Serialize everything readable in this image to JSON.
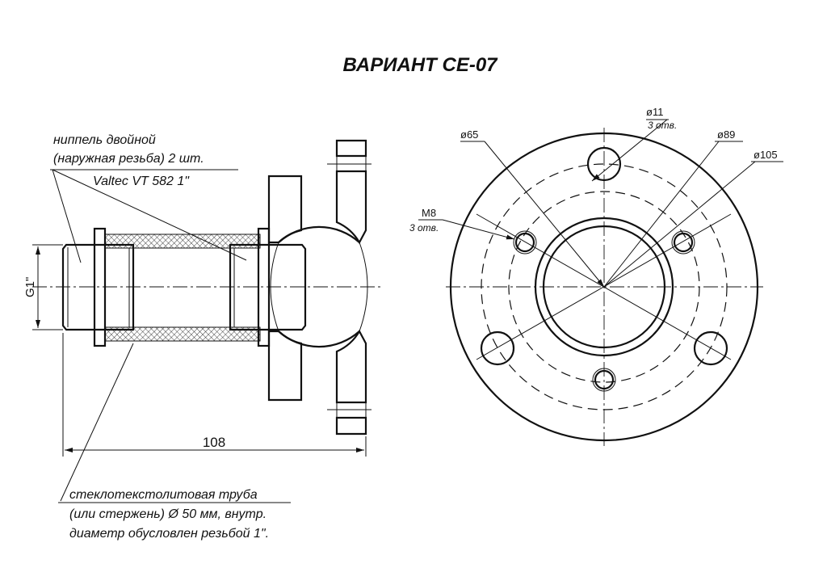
{
  "title": "ВАРИАНТ  CE-07",
  "side_view": {
    "nipple_note": [
      "ниппель двойной",
      "(наружная резьба) 2 шт.",
      "Valtec VT 582  1\""
    ],
    "thread_dim": "G1\"",
    "length_dim": "108",
    "tube_note": [
      "стеклотекстолитовая труба",
      "(или стержень) Ø 50 мм, внутр.",
      "диаметр обусловлен резьбой 1\"."
    ]
  },
  "front_view": {
    "d11": "ø11",
    "d11_count": "3 отв.",
    "d65": "ø65",
    "d89": "ø89",
    "d105": "ø105",
    "m8": "M8",
    "m8_count": "3 отв."
  }
}
